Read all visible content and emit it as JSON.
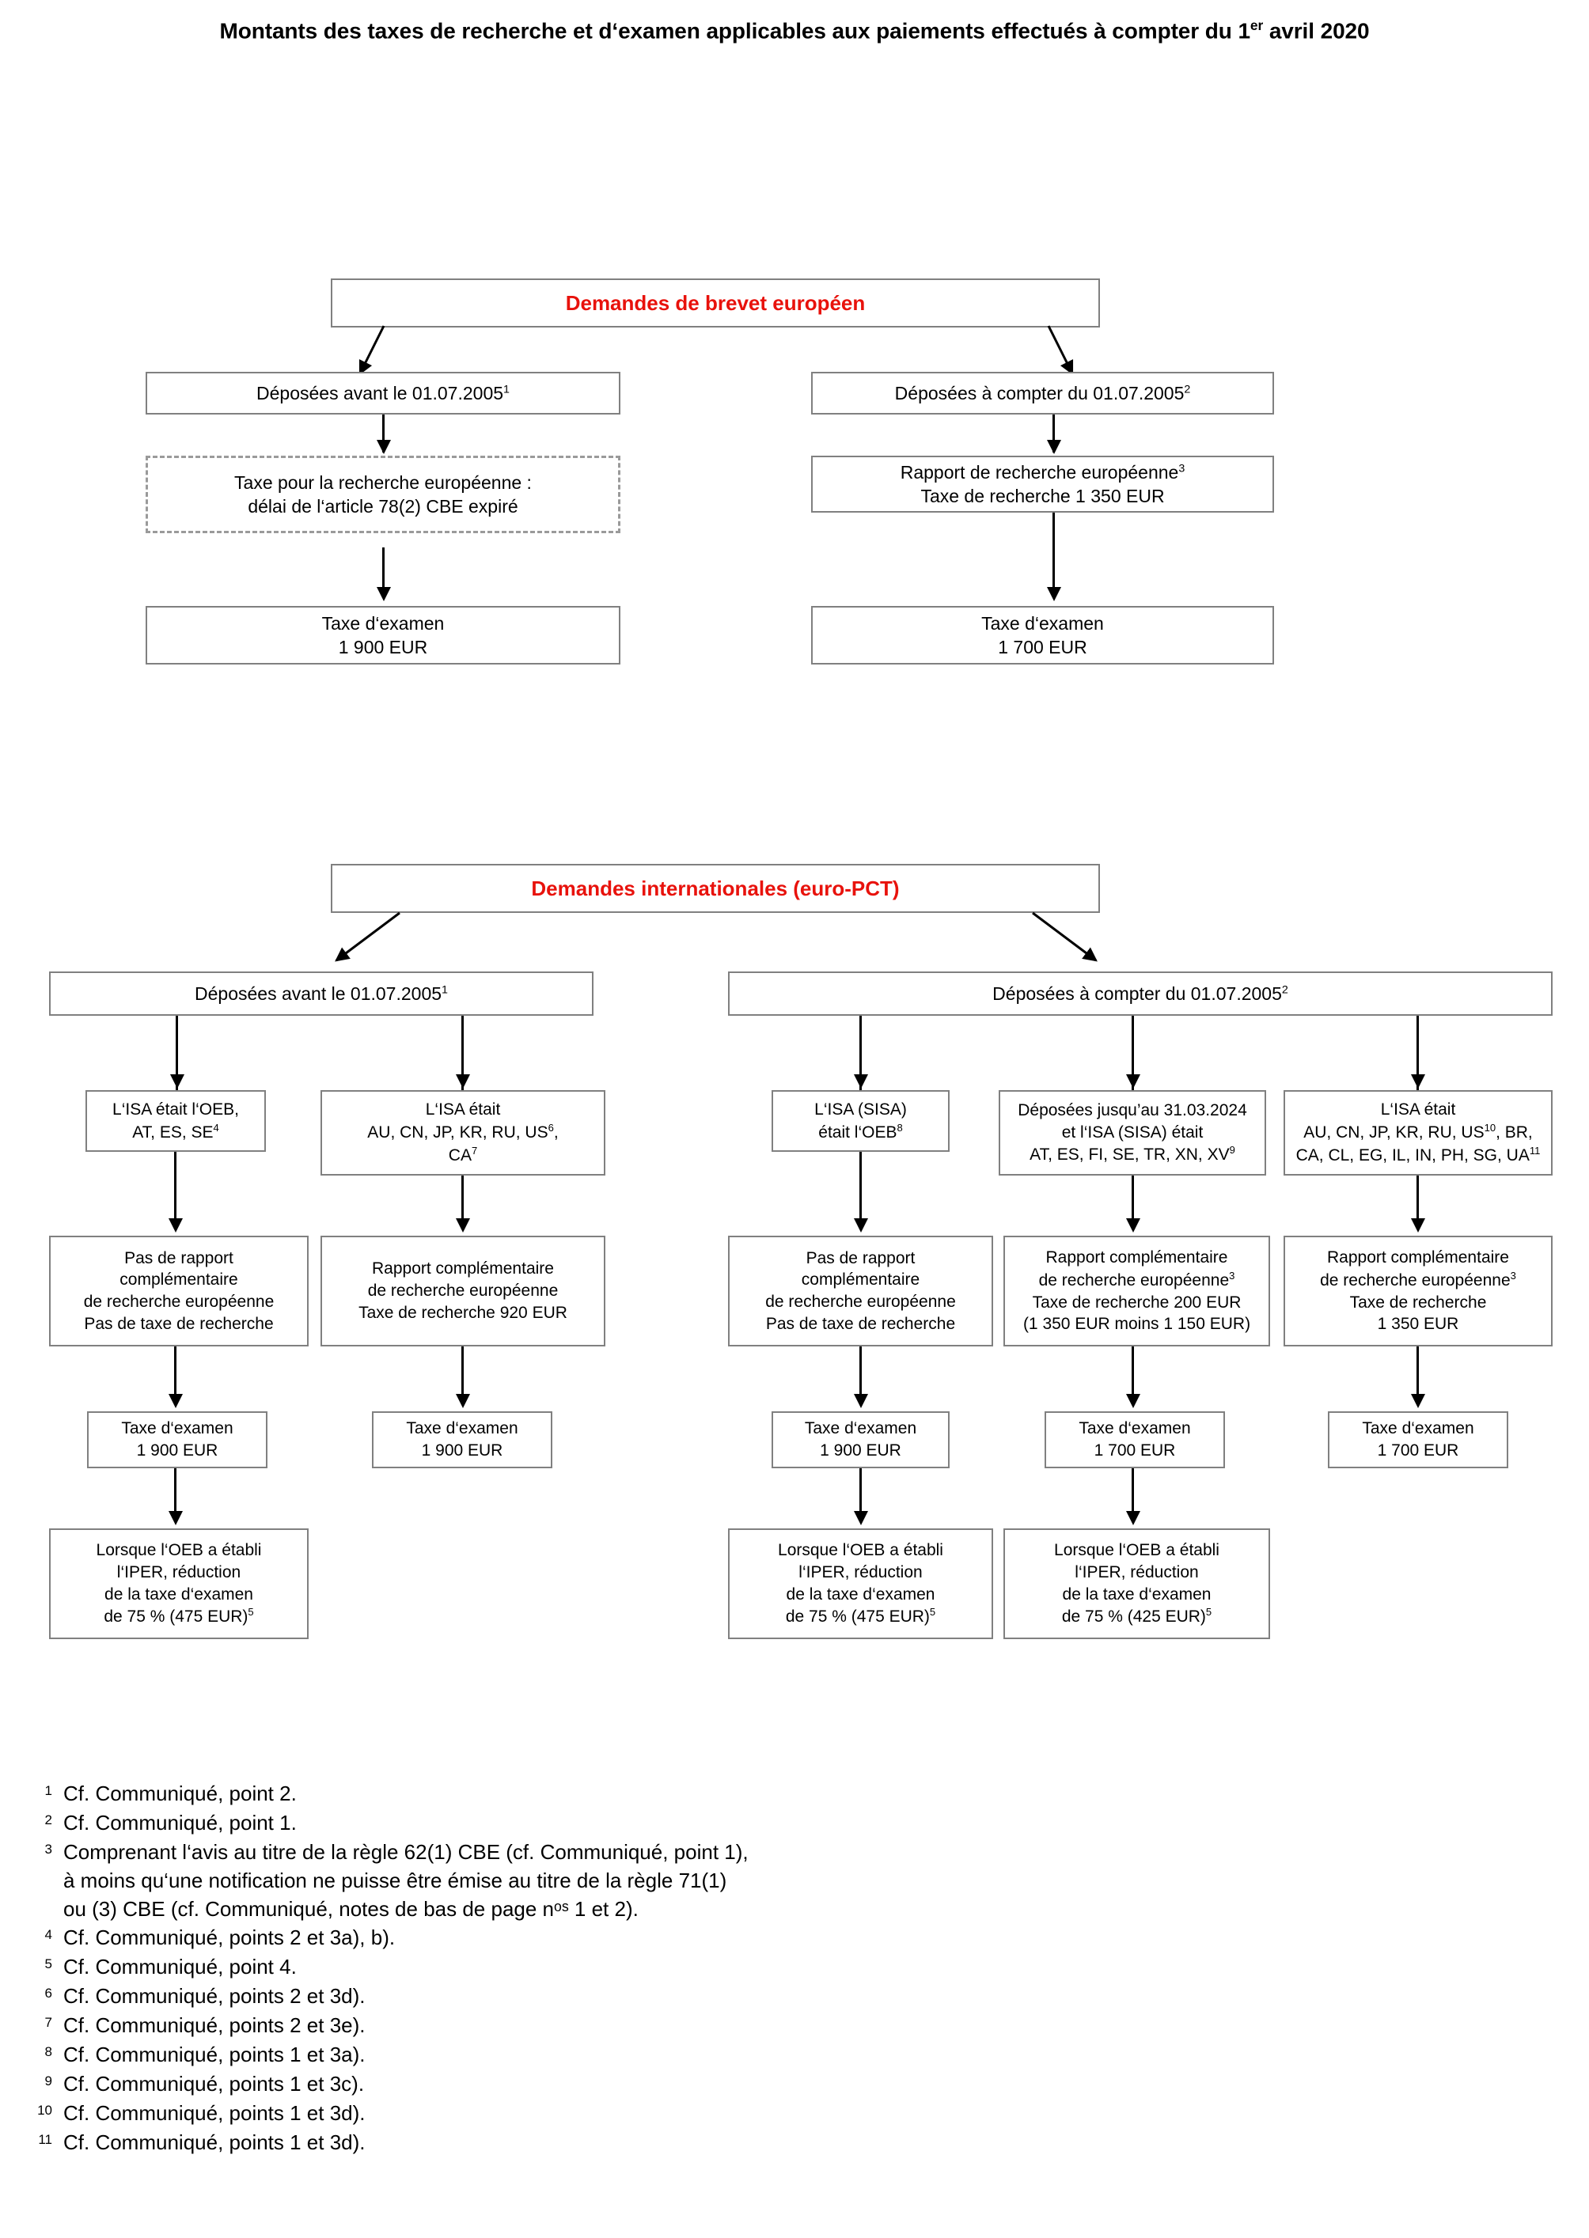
{
  "title": {
    "prefix": "Montants des taxes de recherche et d‘examen applicables aux paiements effectués à compter du 1",
    "sup": "er",
    "suffix": " avril 2020"
  },
  "colors": {
    "headline_red": "#e8120c",
    "box_border": "#808080",
    "dashed_border": "#9a9a9a",
    "connector": "#000000"
  },
  "chart_ep": {
    "root": {
      "label": "Demandes de brevet européen"
    },
    "left": {
      "filed": {
        "text": "Déposées avant le 01.07.2005",
        "sup": "1"
      },
      "search": {
        "line1": "Taxe pour la recherche européenne :",
        "line2": "délai de l‘article 78(2) CBE expiré"
      },
      "exam": {
        "line1": "Taxe d‘examen",
        "line2": "1 900 EUR"
      }
    },
    "right": {
      "filed": {
        "text": "Déposées à compter du 01.07.2005",
        "sup": "2"
      },
      "search": {
        "line1": "Rapport de recherche européenne",
        "sup1": "3",
        "line2": "Taxe de recherche 1 350 EUR"
      },
      "exam": {
        "line1": "Taxe d‘examen",
        "line2": "1 700 EUR"
      }
    }
  },
  "chart_pct": {
    "root": {
      "label": "Demandes internationales (euro-PCT)"
    },
    "left_branch": {
      "text": "Déposées avant le 01.07.2005",
      "sup": "1"
    },
    "right_branch": {
      "text": "Déposées à compter du 01.07.2005",
      "sup": "2"
    },
    "columns": [
      {
        "isa": {
          "line1": "L‘ISA était l‘OEB,",
          "line2": "AT, ES, SE",
          "sup2": "4"
        },
        "report": {
          "line1": "Pas de rapport",
          "line2": "complémentaire",
          "line3": "de recherche européenne",
          "line4": "Pas de taxe de recherche"
        },
        "exam": {
          "line1": "Taxe d‘examen",
          "line2": "1 900 EUR"
        },
        "reduction": {
          "line1": "Lorsque l‘OEB a établi",
          "line2": "l‘IPER, réduction",
          "line3": "de la taxe d‘examen",
          "line4": "de 75 % (475 EUR)",
          "sup4": "5"
        }
      },
      {
        "isa": {
          "line1": "L‘ISA était",
          "line2": "AU, CN, JP, KR, RU, US",
          "sup2": "6",
          "line2b": ",",
          "line3": "CA",
          "sup3": "7"
        },
        "report": {
          "line1": "Rapport complémentaire",
          "line2": "de recherche européenne",
          "line3": "Taxe de recherche 920 EUR",
          "line4": ""
        },
        "exam": {
          "line1": "Taxe d‘examen",
          "line2": "1 900 EUR"
        },
        "reduction": null
      },
      {
        "isa": {
          "line1": "L‘ISA (SISA)",
          "line2": "était l‘OEB",
          "sup2": "8"
        },
        "report": {
          "line1": "Pas de rapport",
          "line2": "complémentaire",
          "line3": "de recherche européenne",
          "line4": "Pas de taxe de recherche"
        },
        "exam": {
          "line1": "Taxe d‘examen",
          "line2": "1 900 EUR"
        },
        "reduction": {
          "line1": "Lorsque l‘OEB a établi",
          "line2": "l‘IPER, réduction",
          "line3": "de la taxe d‘examen",
          "line4": "de 75 % (475 EUR)",
          "sup4": "5"
        }
      },
      {
        "isa": {
          "line1": "Déposées jusqu’au 31.03.2024",
          "line2": "et l‘ISA (SISA) était",
          "line3": "AT, ES, FI, SE, TR, XN, XV",
          "sup3": "9"
        },
        "report": {
          "line1": "Rapport complémentaire",
          "line2": "de recherche européenne",
          "sup2": "3",
          "line3": "Taxe de recherche 200 EUR",
          "line4": "(1 350 EUR moins 1 150 EUR)"
        },
        "exam": {
          "line1": "Taxe d‘examen",
          "line2": "1 700 EUR"
        },
        "reduction": {
          "line1": "Lorsque l‘OEB a établi",
          "line2": "l‘IPER, réduction",
          "line3": "de la taxe d‘examen",
          "line4": "de 75 % (425 EUR)",
          "sup4": "5"
        }
      },
      {
        "isa": {
          "line1": "L‘ISA était",
          "line2": "AU, CN, JP, KR, RU, US",
          "sup2": "10",
          "line2b": ", BR,",
          "line3": "CA, CL, EG, IL, IN, PH, SG, UA",
          "sup3": "11"
        },
        "report": {
          "line1": "Rapport complémentaire",
          "line2": "de recherche européenne",
          "sup2": "3",
          "line3": "Taxe de recherche",
          "line4": "1 350 EUR"
        },
        "exam": {
          "line1": "Taxe d‘examen",
          "line2": "1 700 EUR"
        },
        "reduction": null
      }
    ]
  },
  "footnotes": [
    {
      "num": "1",
      "text": "Cf. Communiqué, point 2."
    },
    {
      "num": "2",
      "text": "Cf. Communiqué, point 1."
    },
    {
      "num": "3",
      "text": "Comprenant l‘avis au titre de la règle 62(1) CBE (cf. Communiqué, point 1),\nà moins qu‘une notification ne puisse être émise au titre de la règle 71(1)\nou (3) CBE (cf. Communiqué, notes de bas de page nᵒˢ 1 et 2)."
    },
    {
      "num": "4",
      "text": "Cf. Communiqué, points 2 et 3a), b)."
    },
    {
      "num": "5",
      "text": "Cf. Communiqué, point 4."
    },
    {
      "num": "6",
      "text": "Cf. Communiqué, points 2 et 3d)."
    },
    {
      "num": "7",
      "text": "Cf. Communiqué, points 2 et 3e)."
    },
    {
      "num": "8",
      "text": "Cf. Communiqué, points 1 et 3a)."
    },
    {
      "num": "9",
      "text": "Cf. Communiqué, points 1 et 3c)."
    },
    {
      "num": "10",
      "text": "Cf. Communiqué, points 1 et 3d)."
    },
    {
      "num": "11",
      "text": "Cf. Communiqué, points 1 et 3d)."
    }
  ]
}
